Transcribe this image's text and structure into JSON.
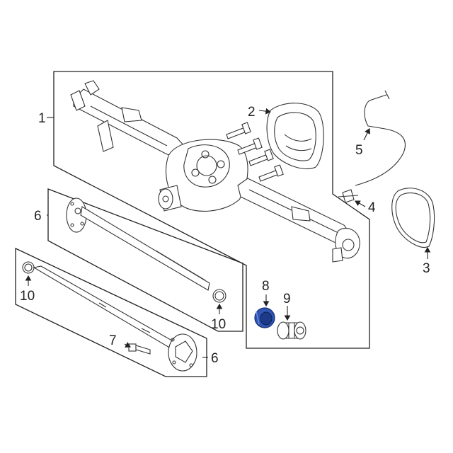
{
  "callouts": {
    "c1": "1",
    "c2": "2",
    "c3": "3",
    "c4": "4",
    "c5": "5",
    "c6a": "6",
    "c6b": "6",
    "c7": "7",
    "c8": "8",
    "c9": "9",
    "c10a": "10",
    "c10b": "10"
  },
  "colors": {
    "highlight": "#2f55b5",
    "line": "#333333"
  }
}
